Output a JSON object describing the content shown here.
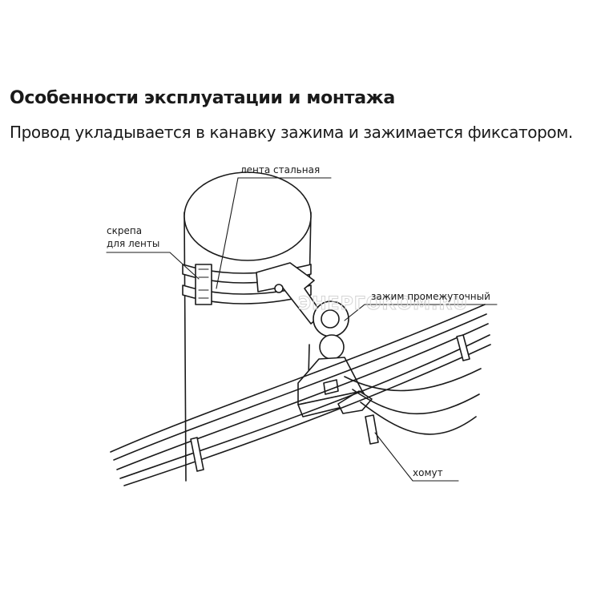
{
  "header": {
    "title": "Особенности эксплуатации и монтажа",
    "subtitle": "Провод укладывается в канавку зажима и зажимается фиксатором."
  },
  "diagram": {
    "labels": {
      "steel_band": "лента стальная",
      "band_clip_line1": "скрепа",
      "band_clip_line2": "для ленты",
      "intermediate_clamp": "зажим промежуточный",
      "collar": "хомут"
    },
    "watermark": "ЭНЕРГОКОМ.RU"
  }
}
